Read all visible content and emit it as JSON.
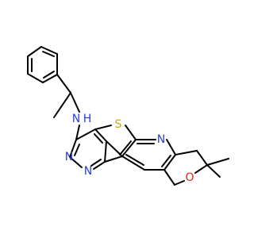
{
  "molecule": {
    "atom_labels": {
      "nh": "N",
      "h": "H",
      "s": "S",
      "n_pyrimidine_top": "N",
      "n_pyrimidine_bottom": "N",
      "n_pyridine": "N",
      "o_pyran": "O"
    },
    "colors": {
      "bond": "#000000",
      "nitrogen": "#2a3bdc",
      "sulfur": "#c9a800",
      "oxygen": "#e8221a",
      "carbon": "#000000"
    }
  }
}
